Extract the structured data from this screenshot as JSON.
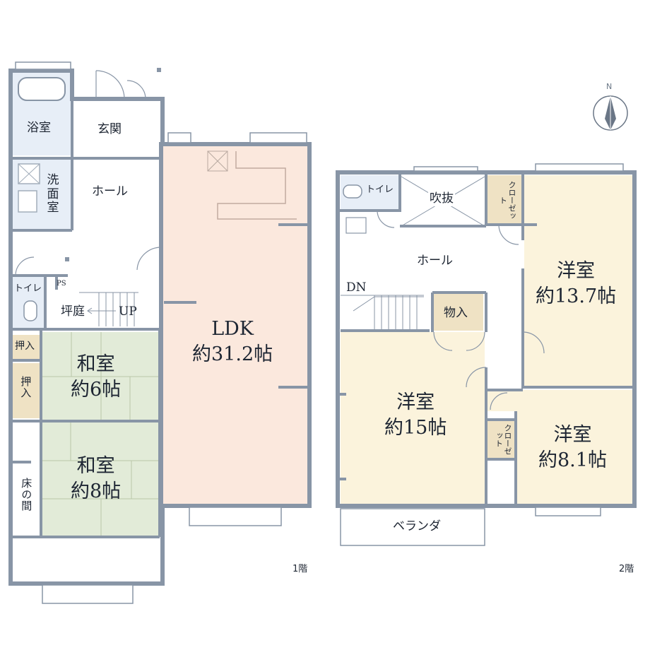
{
  "colors": {
    "wall": "#8895a6",
    "wall_dark": "#6f7d90",
    "ldk": "#fbe8dd",
    "washitsu": "#e2ebd8",
    "youshitsu": "#fbf3dc",
    "wet": "#e7eef7",
    "storage": "#efe2c4",
    "floor_white": "#ffffff"
  },
  "compass": {
    "label": "N"
  },
  "floor1": {
    "label": "1階",
    "rooms": {
      "bath": "浴室",
      "entrance": "玄関",
      "washroom": "洗面室",
      "hall": "ホール",
      "ldk_name": "LDK",
      "ldk_size": "約31.2帖",
      "toilet": "トイレ",
      "ps": "PS",
      "tsuboniwa": "坪庭",
      "up": "UP",
      "oshiire1": "押入",
      "oshiire2": "押入",
      "washitsu6_name": "和室",
      "washitsu6_size": "約6帖",
      "washitsu8_name": "和室",
      "washitsu8_size": "約8帖",
      "tokonoma": "床の間"
    }
  },
  "floor2": {
    "label": "2階",
    "rooms": {
      "toilet": "トイレ",
      "fukinuke": "吹抜",
      "closet_a": "クローゼット",
      "hall": "ホール",
      "dn": "DN",
      "monoire": "物入",
      "room137_name": "洋室",
      "room137_size": "約13.7帖",
      "room15_name": "洋室",
      "room15_size": "約15帖",
      "closet_b": "クローゼット",
      "room81_name": "洋室",
      "room81_size": "約8.1帖",
      "veranda": "ベランダ"
    }
  }
}
